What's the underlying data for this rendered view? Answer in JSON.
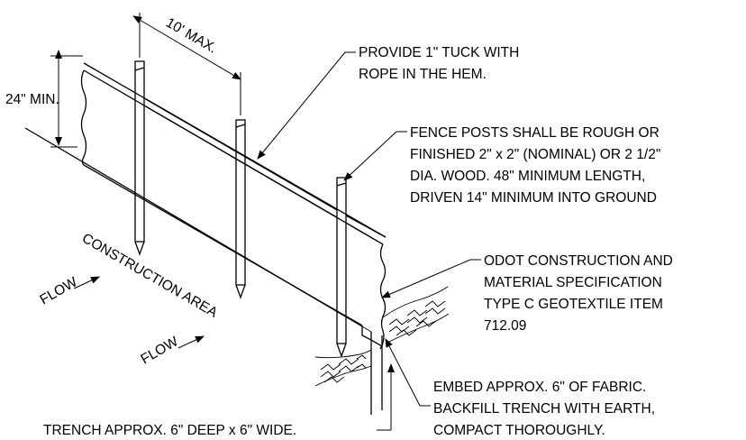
{
  "dimensions": {
    "spacing": "10' MAX.",
    "height": "24\" MIN."
  },
  "labels": {
    "construction_area": "CONSTRUCTION AREA",
    "flow_upper": "FLOW",
    "flow_lower": "FLOW"
  },
  "notes": {
    "tuck": [
      "PROVIDE 1\" TUCK WITH",
      "ROPE IN THE HEM."
    ],
    "posts": [
      "FENCE POSTS SHALL BE ROUGH OR",
      "FINISHED 2\" x 2\" (NOMINAL) OR 2 1/2\"",
      "DIA. WOOD. 48\" MINIMUM LENGTH,",
      "DRIVEN 14\" MINIMUM INTO GROUND"
    ],
    "geotextile": [
      "ODOT CONSTRUCTION AND",
      "MATERIAL SPECIFICATION",
      "TYPE C GEOTEXTILE ITEM",
      "712.09"
    ],
    "embed": [
      "EMBED APPROX. 6\" OF FABRIC.",
      "BACKFILL TRENCH WITH EARTH,",
      "COMPACT THOROUGHLY."
    ],
    "trench": "TRENCH APPROX. 6\" DEEP x 6\" WIDE."
  }
}
